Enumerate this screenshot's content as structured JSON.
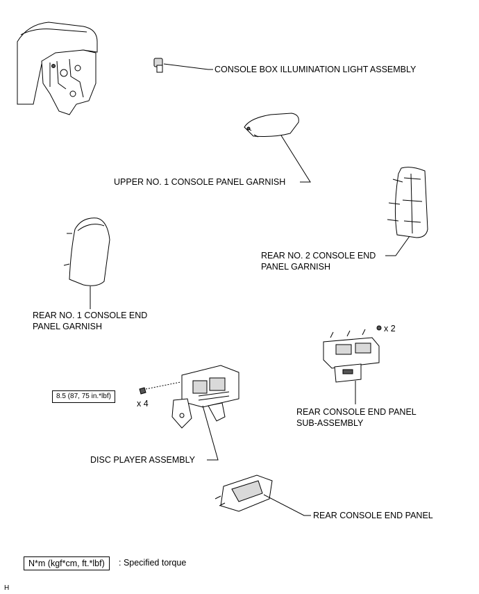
{
  "labels": {
    "illumination_light": "CONSOLE BOX ILLUMINATION LIGHT ASSEMBLY",
    "upper_garnish": "UPPER NO. 1 CONSOLE PANEL GARNISH",
    "rear_no2_line1": "REAR NO. 2 CONSOLE END",
    "rear_no2_line2": "PANEL GARNISH",
    "rear_no1_line1": "REAR NO. 1 CONSOLE END",
    "rear_no1_line2": "PANEL GARNISH",
    "rear_sub_line1": "REAR CONSOLE END PANEL",
    "rear_sub_line2": "SUB-ASSEMBLY",
    "disc_player": "DISC PLAYER ASSEMBLY",
    "rear_end_panel": "REAR CONSOLE END PANEL"
  },
  "fasteners": {
    "rear_sub_qty": "x 2",
    "disc_player_qty": "x 4",
    "disc_player_torque": "8.5 (87, 75 in.*lbf)"
  },
  "legend": {
    "box_text": "N*m (kgf*cm, ft.*lbf)",
    "description": ": Specified torque"
  },
  "footer_code": "H"
}
